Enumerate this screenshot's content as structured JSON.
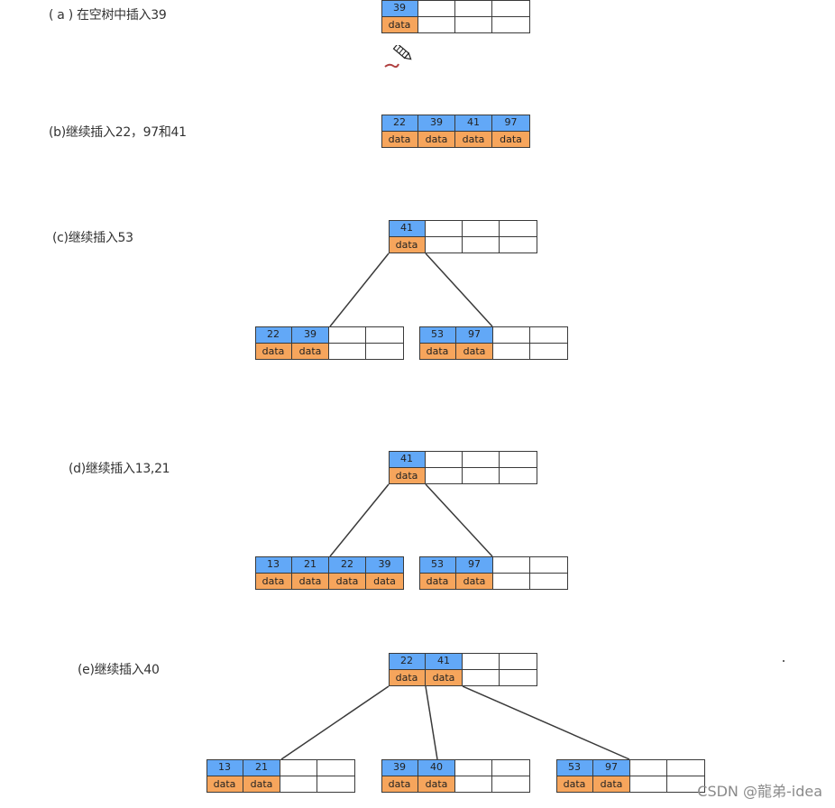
{
  "steps": [
    {
      "label": "( a ) 在空树中插入39",
      "nodes": [
        {
          "keys": [
            "39"
          ],
          "data": [
            "data"
          ]
        }
      ]
    },
    {
      "label": "(b)继续插入22，97和41",
      "nodes": [
        {
          "keys": [
            "22",
            "39",
            "41",
            "97"
          ],
          "data": [
            "data",
            "data",
            "data",
            "data"
          ]
        }
      ]
    },
    {
      "label": "(c)继续插入53",
      "nodes": [
        {
          "keys": [
            "41"
          ],
          "data": [
            "data"
          ]
        },
        {
          "keys": [
            "22",
            "39"
          ],
          "data": [
            "data",
            "data"
          ]
        },
        {
          "keys": [
            "53",
            "97"
          ],
          "data": [
            "data",
            "data"
          ]
        }
      ]
    },
    {
      "label": "(d)继续插入13,21",
      "nodes": [
        {
          "keys": [
            "41"
          ],
          "data": [
            "data"
          ]
        },
        {
          "keys": [
            "13",
            "21",
            "22",
            "39"
          ],
          "data": [
            "data",
            "data",
            "data",
            "data"
          ]
        },
        {
          "keys": [
            "53",
            "97"
          ],
          "data": [
            "data",
            "data"
          ]
        }
      ]
    },
    {
      "label": "(e)继续插入40",
      "nodes": [
        {
          "keys": [
            "22",
            "41"
          ],
          "data": [
            "data",
            "data"
          ]
        },
        {
          "keys": [
            "13",
            "21"
          ],
          "data": [
            "data",
            "data"
          ]
        },
        {
          "keys": [
            "39",
            "40"
          ],
          "data": [
            "data",
            "data"
          ]
        },
        {
          "keys": [
            "53",
            "97"
          ],
          "data": [
            "data",
            "data"
          ]
        }
      ]
    }
  ],
  "watermark": "CSDN @龍弟-idea",
  "colors": {
    "key_fill": "#62a8f7",
    "data_fill": "#f6a55c",
    "border": "#3a3a3a",
    "edge": "#3a3a3a"
  },
  "icons": [
    "pencil-cursor-icon"
  ]
}
